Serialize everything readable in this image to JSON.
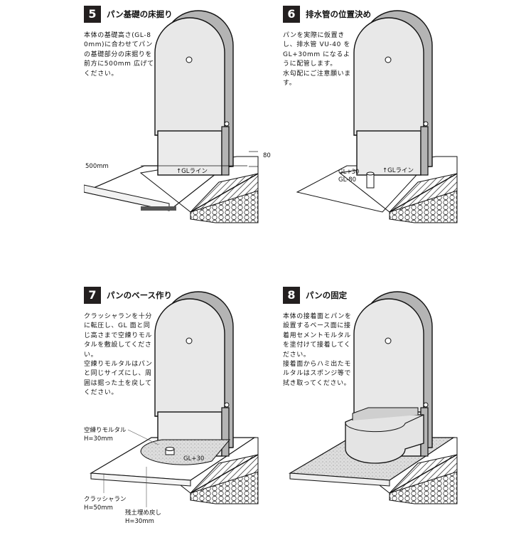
{
  "steps": [
    {
      "number": "5",
      "title": "パン基礎の床掘り",
      "description": [
        "本体の基礎高さ(GL-80mm)に合わせてパンの基礎部分の床掘りを前方に500mm 広げてください。"
      ],
      "labels": {
        "width": "500mm",
        "depth": "80",
        "gl_line": "↑GLライン"
      }
    },
    {
      "number": "6",
      "title": "排水管の位置決め",
      "description": [
        "パンを実際に仮置きし、排水管 VU-40 をGL+30mm になるように配管します。",
        "水勾配にご注意願います。"
      ],
      "labels": {
        "gl_plus": "GL+30",
        "gl_minus": "GL-80",
        "gl_line": "↑GLライン"
      }
    },
    {
      "number": "7",
      "title": "パンのベース作り",
      "description": [
        "クラッシャランを十分に転圧し、GL 面と同じ高さまで空練りモルタルを敷設してください。",
        "空練りモルタルはパンと同じサイズにし、周囲は掘った土を戻してください。"
      ],
      "labels": {
        "mortar": "空練りモルタル",
        "mortar_h": "H=30mm",
        "gl_plus": "GL+30",
        "crusher": "クラッシャラン",
        "crusher_h": "H=50mm",
        "backfill": "残土埋め戻し",
        "backfill_h": "H=30mm"
      }
    },
    {
      "number": "8",
      "title": "パンの固定",
      "description": [
        "本体の接着面とパンを設置するベース面に接着用セメントモルタルを塗付けて接着してください。",
        "接着面からハミ出たモルタルはスポンジ等で拭き取ってください。"
      ],
      "labels": {}
    }
  ]
}
